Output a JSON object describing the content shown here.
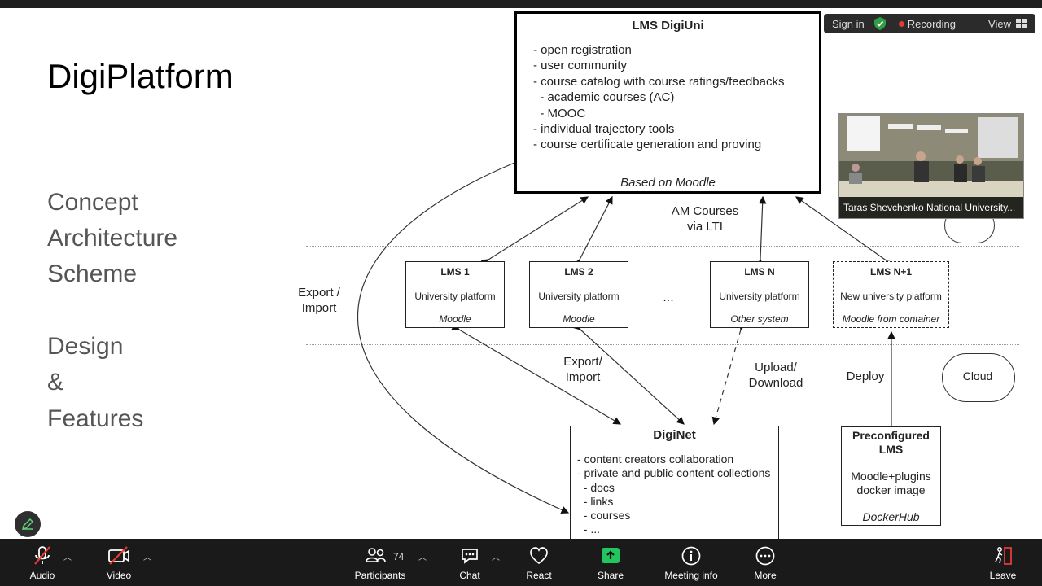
{
  "overlay": {
    "sign_in": "Sign in",
    "recording": "Recording",
    "view": "View"
  },
  "slide": {
    "title": "DigiPlatform",
    "side_items": [
      "Concept",
      "Architecture",
      "Scheme",
      "Design",
      "&",
      "Features"
    ]
  },
  "diagram": {
    "lms_digiuni": {
      "title": "LMS DigiUni",
      "lines": [
        "- open registration",
        "- user community",
        "- course catalog with course ratings/feedbacks",
        "  - academic courses (AC)",
        "  - MOOC",
        "- individual trajectory tools",
        "- course certificate generation and proving"
      ],
      "footer": "Based on Moodle"
    },
    "lms_boxes": [
      {
        "title": "LMS 1",
        "subtitle": "University platform",
        "system": "Moodle"
      },
      {
        "title": "LMS 2",
        "subtitle": "University platform",
        "system": "Moodle"
      },
      {
        "title": "LMS N",
        "subtitle": "University platform",
        "system": "Other system"
      },
      {
        "title": "LMS N+1",
        "subtitle": "New university platform",
        "system": "Moodle from container"
      }
    ],
    "ellipsis": "...",
    "labels": {
      "am_courses": "AM Courses\nvia LTI",
      "export_import_left": "Export /\nImport",
      "export_import_mid": "Export/\nImport",
      "upload_download": "Upload/\nDownload",
      "deploy": "Deploy",
      "cloud": "Cloud"
    },
    "diginet": {
      "title": "DigiNet",
      "lines": [
        "- content creators collaboration",
        "- private and public content collections",
        "  - docs",
        "  - links",
        "  - courses",
        "  - ..."
      ]
    },
    "preconfigured": {
      "title": "Preconfigured\nLMS",
      "body": "Moodle+plugins\ndocker image",
      "footer": "DockerHub"
    }
  },
  "video": {
    "participant_name": "Taras Shevchenko National University..."
  },
  "toolbar": {
    "audio": "Audio",
    "video": "Video",
    "participants": "Participants",
    "participants_count": "74",
    "chat": "Chat",
    "react": "React",
    "share": "Share",
    "meeting_info": "Meeting info",
    "more": "More",
    "leave": "Leave"
  },
  "colors": {
    "share_green": "#22c55e",
    "mute_red": "#e53935",
    "shield_green": "#2ea043"
  }
}
